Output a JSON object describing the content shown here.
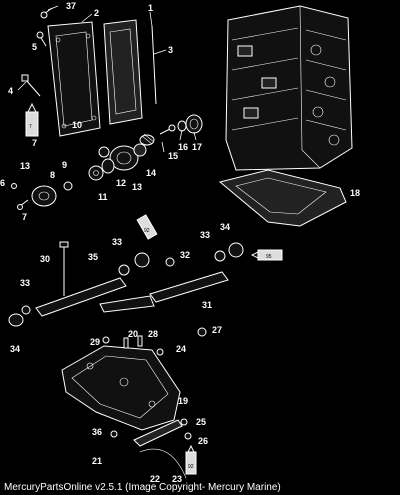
{
  "callouts": {
    "c37": "37",
    "c5": "5",
    "c2": "2",
    "c1": "1",
    "c3": "3",
    "c4": "4",
    "c7a": "7",
    "c15": "15",
    "c16": "16",
    "c17": "17",
    "c10": "10",
    "c12": "12",
    "c13a": "13",
    "c14": "14",
    "c11": "11",
    "c9": "9",
    "c8": "8",
    "c13b": "13",
    "c6": "6",
    "c7b": "7",
    "c18": "18",
    "c34a": "34",
    "c33a": "33",
    "c33b": "33",
    "c32": "32",
    "c30": "30",
    "c35": "35",
    "c33c": "33",
    "c31": "31",
    "c34b": "34",
    "c27": "27",
    "c29": "29",
    "c20": "20",
    "c28": "28",
    "c24": "24",
    "c19": "19",
    "c25": "25",
    "c36": "36",
    "c26": "26",
    "c21": "21",
    "c22": "22",
    "c23": "23"
  },
  "tube_labels": {
    "t7": "7",
    "t95": "95",
    "t92": "92"
  },
  "footer": "MercuryPartsOnline v2.5.1 (Image Copyright- Mercury Marine)"
}
